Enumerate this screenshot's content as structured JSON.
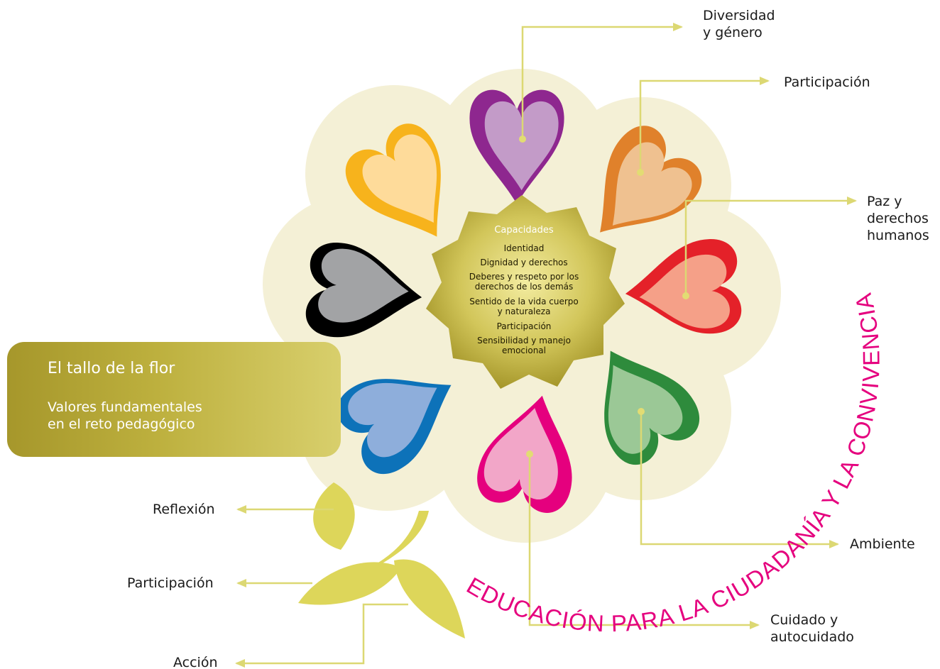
{
  "stem_box": {
    "title": "El tallo de la flor",
    "subtitle": "Valores fundamentales\nen el reto pedagógico"
  },
  "center": {
    "heading": "Capacidades",
    "items": [
      "Identidad",
      "Dignidad y derechos",
      "Deberes y respeto por los\nderechos de los demás",
      "Sentido de la vida cuerpo\ny naturaleza",
      "Participación",
      "Sensibilidad y manejo\nemocional"
    ]
  },
  "petal_labels": {
    "diversidad": "Diversidad\ny género",
    "participacion": "Participación",
    "paz": "Paz y\nderechos\nhumanos",
    "ambiente": "Ambiente",
    "cuidado": "Cuidado y\nautocuidado"
  },
  "leaf_labels": {
    "reflexion": "Reflexión",
    "participacion": "Participación",
    "accion": "Acción"
  },
  "arc_text": "EDUCACIÓN PARA LA CIUDADANÍA Y LA CONVIVENCIA",
  "colors": {
    "purple": "#8e278f",
    "purple_light": "#c39bc8",
    "orange": "#e0812b",
    "orange_light": "#efc190",
    "red": "#e42129",
    "red_light": "#f5a088",
    "green": "#2e8b3c",
    "green_light": "#9bc896",
    "pink": "#e5007e",
    "pink_light": "#f2a6c8",
    "blue": "#0d72b9",
    "blue_light": "#8eaedb",
    "black": "#000000",
    "gray": "#a2a3a5",
    "yellow": "#f7b31c",
    "yellow_light": "#fedb9a",
    "halo": "#f4f0d6",
    "arrow": "#dcd873",
    "magenta_text": "#e5007e"
  }
}
